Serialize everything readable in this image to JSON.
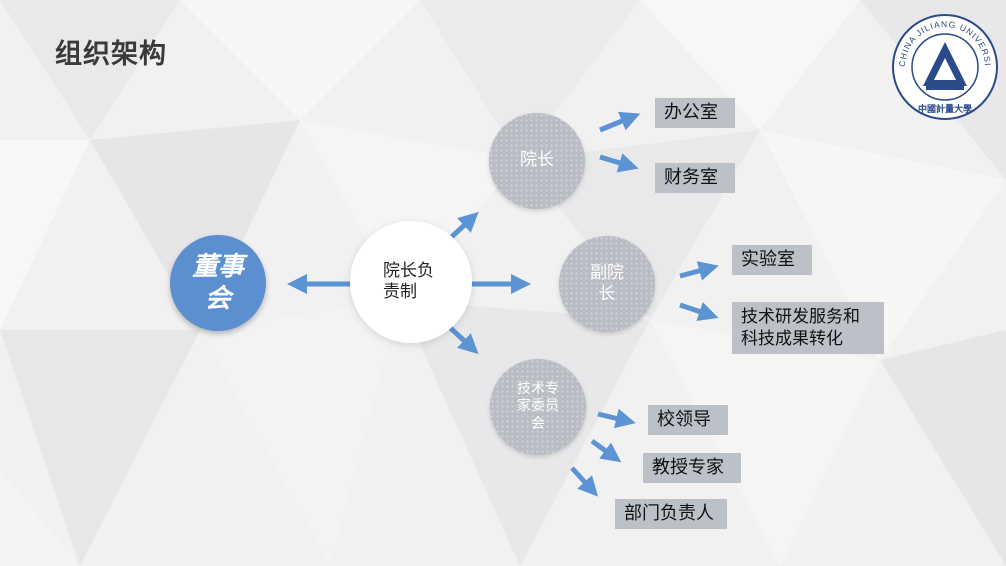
{
  "title": "组织架构",
  "logo": {
    "ring_text": "CHINA JILIANG UNIVERSITY",
    "chinese_name": "中國計量大學"
  },
  "nodes": {
    "board": "董事会",
    "president_system": "院长负责制",
    "president": "院长",
    "vice_president": "副院长",
    "expert_committee": "技术专家委员会"
  },
  "boxes": {
    "office": "办公室",
    "finance": "财务室",
    "lab": "实验室",
    "tech_service": "技术研发服务和科技成果转化",
    "school_leaders": "校领导",
    "professors": "教授专家",
    "dept_heads": "部门负责人"
  },
  "colors": {
    "arrow": "#5b93d3",
    "board_circle": "#5b8fd0",
    "gray_circle": "#b9bcc3",
    "box": "#bcc0c7"
  }
}
